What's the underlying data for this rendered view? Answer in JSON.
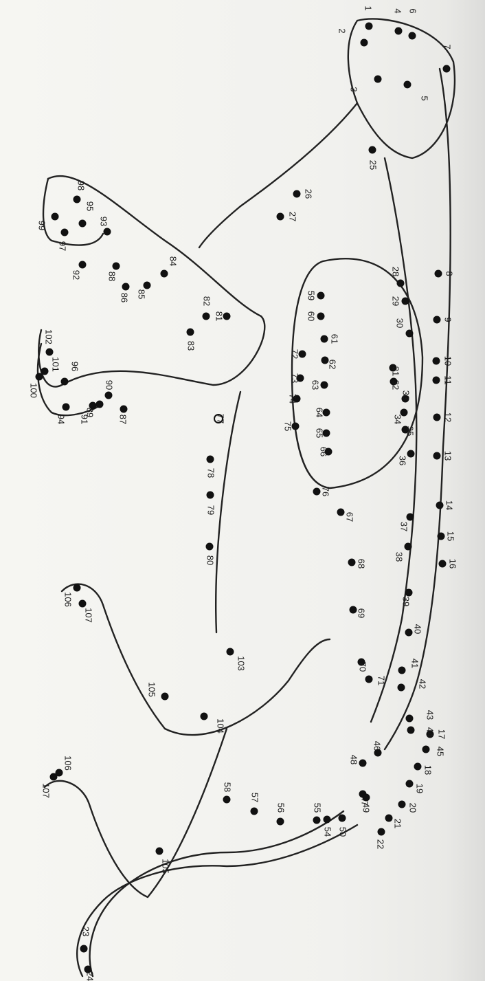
{
  "figure": {
    "caption_line_1": "",
    "caption_line_2": ""
  },
  "points": [
    {
      "n": "1"
    },
    {
      "n": "2"
    },
    {
      "n": "3"
    },
    {
      "n": "4"
    },
    {
      "n": "5"
    },
    {
      "n": "6"
    },
    {
      "n": "7"
    },
    {
      "n": "8"
    },
    {
      "n": "9"
    },
    {
      "n": "10"
    },
    {
      "n": "11"
    },
    {
      "n": "12"
    },
    {
      "n": "13"
    },
    {
      "n": "14"
    },
    {
      "n": "15"
    },
    {
      "n": "16"
    },
    {
      "n": "17"
    },
    {
      "n": "18"
    },
    {
      "n": "19"
    },
    {
      "n": "20"
    },
    {
      "n": "21"
    },
    {
      "n": "22"
    },
    {
      "n": "23"
    },
    {
      "n": "24"
    },
    {
      "n": "25"
    },
    {
      "n": "26"
    },
    {
      "n": "27"
    },
    {
      "n": "28"
    },
    {
      "n": "29"
    },
    {
      "n": "30"
    },
    {
      "n": "31"
    },
    {
      "n": "32"
    },
    {
      "n": "33"
    },
    {
      "n": "34"
    },
    {
      "n": "35"
    },
    {
      "n": "36"
    },
    {
      "n": "37"
    },
    {
      "n": "38"
    },
    {
      "n": "39"
    },
    {
      "n": "40"
    },
    {
      "n": "41"
    },
    {
      "n": "42"
    },
    {
      "n": "43"
    },
    {
      "n": "44"
    },
    {
      "n": "45"
    },
    {
      "n": "46"
    },
    {
      "n": "47"
    },
    {
      "n": "48"
    },
    {
      "n": "49"
    },
    {
      "n": "50"
    },
    {
      "n": "54"
    },
    {
      "n": "55"
    },
    {
      "n": "56"
    },
    {
      "n": "57"
    },
    {
      "n": "58"
    },
    {
      "n": "59"
    },
    {
      "n": "60"
    },
    {
      "n": "61"
    },
    {
      "n": "62"
    },
    {
      "n": "63"
    },
    {
      "n": "64"
    },
    {
      "n": "65"
    },
    {
      "n": "66"
    },
    {
      "n": "67"
    },
    {
      "n": "68"
    },
    {
      "n": "69"
    },
    {
      "n": "70"
    },
    {
      "n": "71"
    },
    {
      "n": "72"
    },
    {
      "n": "73"
    },
    {
      "n": "74"
    },
    {
      "n": "75"
    },
    {
      "n": "76"
    },
    {
      "n": "77"
    },
    {
      "n": "78"
    },
    {
      "n": "79"
    },
    {
      "n": "80"
    },
    {
      "n": "81"
    },
    {
      "n": "82"
    },
    {
      "n": "83"
    },
    {
      "n": "84"
    },
    {
      "n": "85"
    },
    {
      "n": "86"
    },
    {
      "n": "87"
    },
    {
      "n": "88"
    },
    {
      "n": "89"
    },
    {
      "n": "90"
    },
    {
      "n": "91"
    },
    {
      "n": "92"
    },
    {
      "n": "93"
    },
    {
      "n": "94"
    },
    {
      "n": "95"
    },
    {
      "n": "96"
    },
    {
      "n": "97"
    },
    {
      "n": "98"
    },
    {
      "n": "99"
    },
    {
      "n": "100"
    },
    {
      "n": "101"
    },
    {
      "n": "102"
    },
    {
      "n": "103"
    },
    {
      "n": "104"
    },
    {
      "n": "105"
    },
    {
      "n": "105"
    },
    {
      "n": "106"
    },
    {
      "n": "106"
    },
    {
      "n": "107"
    },
    {
      "n": "107"
    }
  ]
}
